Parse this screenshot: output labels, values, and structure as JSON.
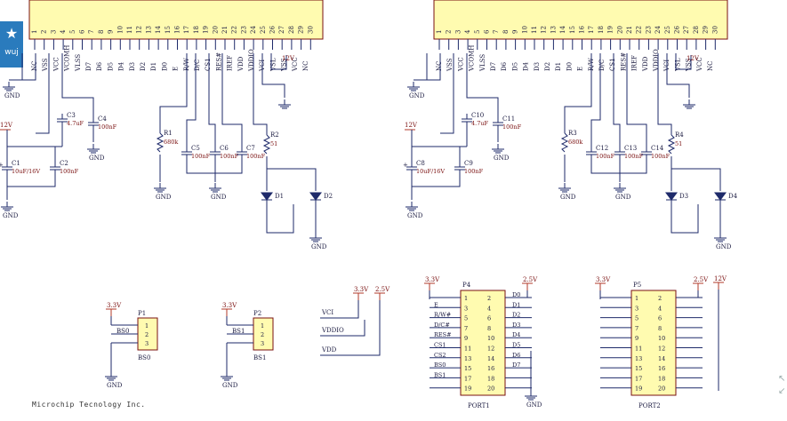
{
  "header_connector_pins": [
    "1",
    "2",
    "3",
    "4",
    "5",
    "6",
    "7",
    "8",
    "9",
    "10",
    "11",
    "12",
    "13",
    "14",
    "15",
    "16",
    "17",
    "18",
    "19",
    "20",
    "21",
    "22",
    "23",
    "24",
    "25",
    "26",
    "27",
    "28",
    "29",
    "30"
  ],
  "header_signals": [
    "NC",
    "VSS",
    "VCC",
    "VCOMH",
    "VLSS",
    "D7",
    "D6",
    "D5",
    "D4",
    "D3",
    "D2",
    "D1",
    "D0",
    "E",
    "R/W",
    "D/C",
    "CS1",
    "RES#",
    "IREF",
    "VDD",
    "VDDIO",
    "VCI",
    "VSL",
    "VSS",
    "VCC",
    "NC"
  ],
  "section_left": {
    "caps": [
      {
        "ref": "C3",
        "val": "4.7uF"
      },
      {
        "ref": "C4",
        "val": "100nF"
      },
      {
        "ref": "C1",
        "val": "10uF/16V"
      },
      {
        "ref": "C2",
        "val": "100nF"
      },
      {
        "ref": "C5",
        "val": "100nF"
      },
      {
        "ref": "C6",
        "val": "100nF"
      },
      {
        "ref": "C7",
        "val": "100nF"
      }
    ],
    "resistors": [
      {
        "ref": "R1",
        "val": "680k"
      },
      {
        "ref": "R2",
        "val": "51"
      }
    ],
    "diodes": [
      "D1",
      "D2"
    ]
  },
  "section_right": {
    "caps": [
      {
        "ref": "C10",
        "val": "4.7uF"
      },
      {
        "ref": "C11",
        "val": "100nF"
      },
      {
        "ref": "C8",
        "val": "10uF/16V"
      },
      {
        "ref": "C9",
        "val": "100nF"
      },
      {
        "ref": "C12",
        "val": "100nF"
      },
      {
        "ref": "C13",
        "val": "100nF"
      },
      {
        "ref": "C14",
        "val": "100nF"
      }
    ],
    "resistors": [
      {
        "ref": "R3",
        "val": "680k"
      },
      {
        "ref": "R4",
        "val": "51"
      }
    ],
    "diodes": [
      "D3",
      "D4"
    ]
  },
  "power_labels": {
    "v12": "12V",
    "v33": "3.3V",
    "v25": "2.5V",
    "gnd": "GND"
  },
  "p1": {
    "ref": "P1",
    "net": "BS0",
    "pins": [
      "1",
      "2",
      "3"
    ]
  },
  "p2": {
    "ref": "P2",
    "net": "BS1",
    "pins": [
      "1",
      "2",
      "3"
    ]
  },
  "rail_labels": [
    "VCI",
    "VDDIO",
    "VDD"
  ],
  "p4": {
    "ref": "P4",
    "name": "PORT1",
    "left_signals": [
      "E",
      "R/W#",
      "D/C#",
      "RES#",
      "CS1",
      "CS2",
      "BS0",
      "BS1"
    ],
    "right_signals": [
      "D0",
      "D1",
      "D2",
      "D3",
      "D4",
      "D5",
      "D6",
      "D7"
    ],
    "pins_odd": [
      "1",
      "3",
      "5",
      "7",
      "9",
      "11",
      "13",
      "15",
      "17",
      "19"
    ],
    "pins_even": [
      "2",
      "4",
      "6",
      "8",
      "10",
      "12",
      "14",
      "16",
      "18",
      "20"
    ]
  },
  "p5": {
    "ref": "P5",
    "name": "PORT2",
    "pins_odd": [
      "1",
      "3",
      "5",
      "7",
      "9",
      "11",
      "13",
      "15",
      "17",
      "19"
    ],
    "pins_even": [
      "2",
      "4",
      "6",
      "8",
      "10",
      "12",
      "14",
      "16",
      "18",
      "20"
    ]
  },
  "badge_label": "wuj",
  "footer": "Microchip Tecnology Inc."
}
